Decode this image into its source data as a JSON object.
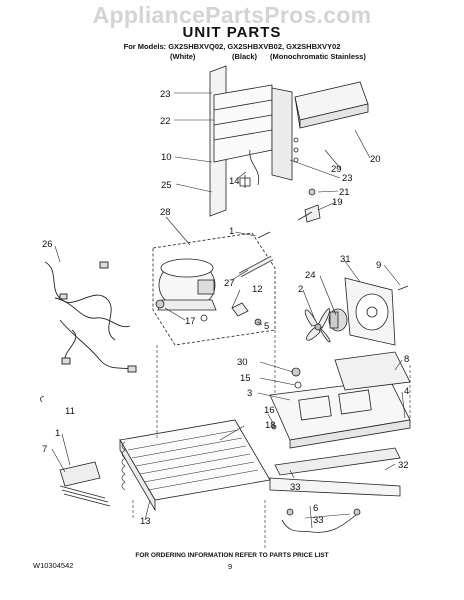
{
  "watermark": "AppliancePartsPros.com",
  "header": {
    "title": "UNIT PARTS",
    "models": "For Models: GX2SHBXVQ02, GX2SHBXVB02, GX2SHBXVY02",
    "color_white": "(White)",
    "color_black": "(Black)",
    "color_mono": "(Monochromatic Stainless)"
  },
  "labels": {
    "l23a": "23",
    "l22": "22",
    "l10": "10",
    "l14": "14",
    "l25": "25",
    "l20": "20",
    "l29": "29",
    "l23b": "23",
    "l21": "21",
    "l19": "19",
    "l28": "28",
    "l1a": "1",
    "l26": "26",
    "l27": "27",
    "l12": "12",
    "l17": "17",
    "l5": "5",
    "l31": "31",
    "l9": "9",
    "l24": "24",
    "l2": "2",
    "l30": "30",
    "l15": "15",
    "l3": "3",
    "l8": "8",
    "l4": "4",
    "l11": "11",
    "l16": "16",
    "l18": "18",
    "l1b": "1",
    "l7": "7",
    "l13": "13",
    "l33a": "33",
    "l32": "32",
    "l6": "6",
    "l33b": "33"
  },
  "footer": {
    "note": "FOR ORDERING INFORMATION REFER TO PARTS PRICE LIST",
    "doc_number": "W10304542",
    "page": "9"
  }
}
